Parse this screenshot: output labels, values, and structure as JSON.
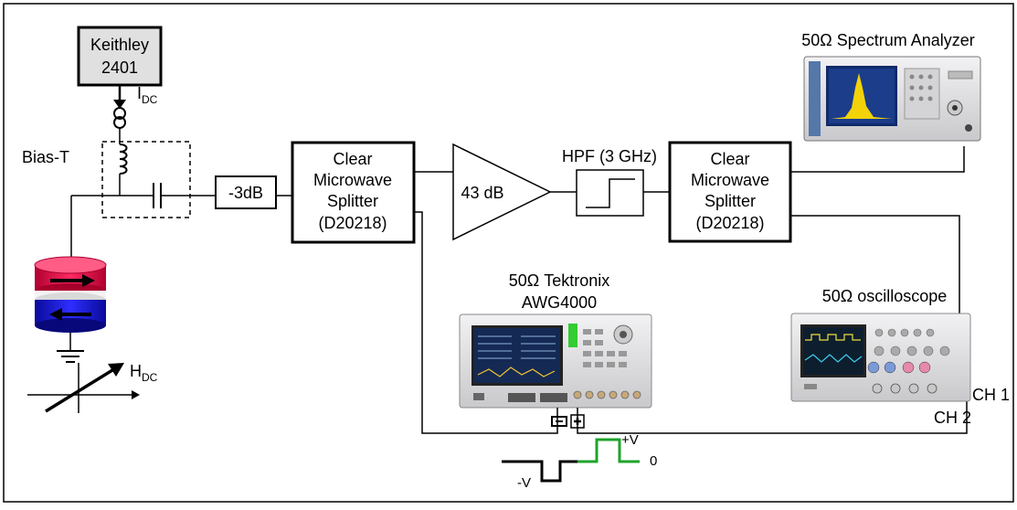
{
  "blocks": {
    "keithley_line1": "Keithley",
    "keithley_line2": "2401",
    "idc_main": "I",
    "idc_sub": "DC",
    "bias_t": "Bias-T",
    "attenuator": "-3dB",
    "splitter1_line1": "Clear",
    "splitter1_line2": "Microwave",
    "splitter1_line3": "Splitter",
    "splitter1_line4": "(D20218)",
    "amplifier": "43 dB",
    "hpf": "HPF (3 GHz)",
    "splitter2_line1": "Clear",
    "splitter2_line2": "Microwave",
    "splitter2_line3": "Splitter",
    "splitter2_line4": "(D20218)",
    "hdc_main": "H",
    "hdc_sub": "DC"
  },
  "instruments": {
    "spectrum_analyzer": "50Ω Spectrum Analyzer",
    "awg_line1": "50Ω Tektronix",
    "awg_line2": "AWG4000",
    "oscilloscope": "50Ω oscilloscope",
    "ch1": "CH 1",
    "ch2": "CH 2"
  },
  "pulse": {
    "neg_label": "-V",
    "pos_label": "+V",
    "zero_label": "0"
  },
  "colors": {
    "magnet_top": "#e8104a",
    "magnet_bottom": "#1a1adc",
    "pulse_negative": "#000000",
    "pulse_positive": "#1fa32b",
    "instrument_body": "#e8e8ea",
    "screen_blue": "#1b3d8a"
  }
}
